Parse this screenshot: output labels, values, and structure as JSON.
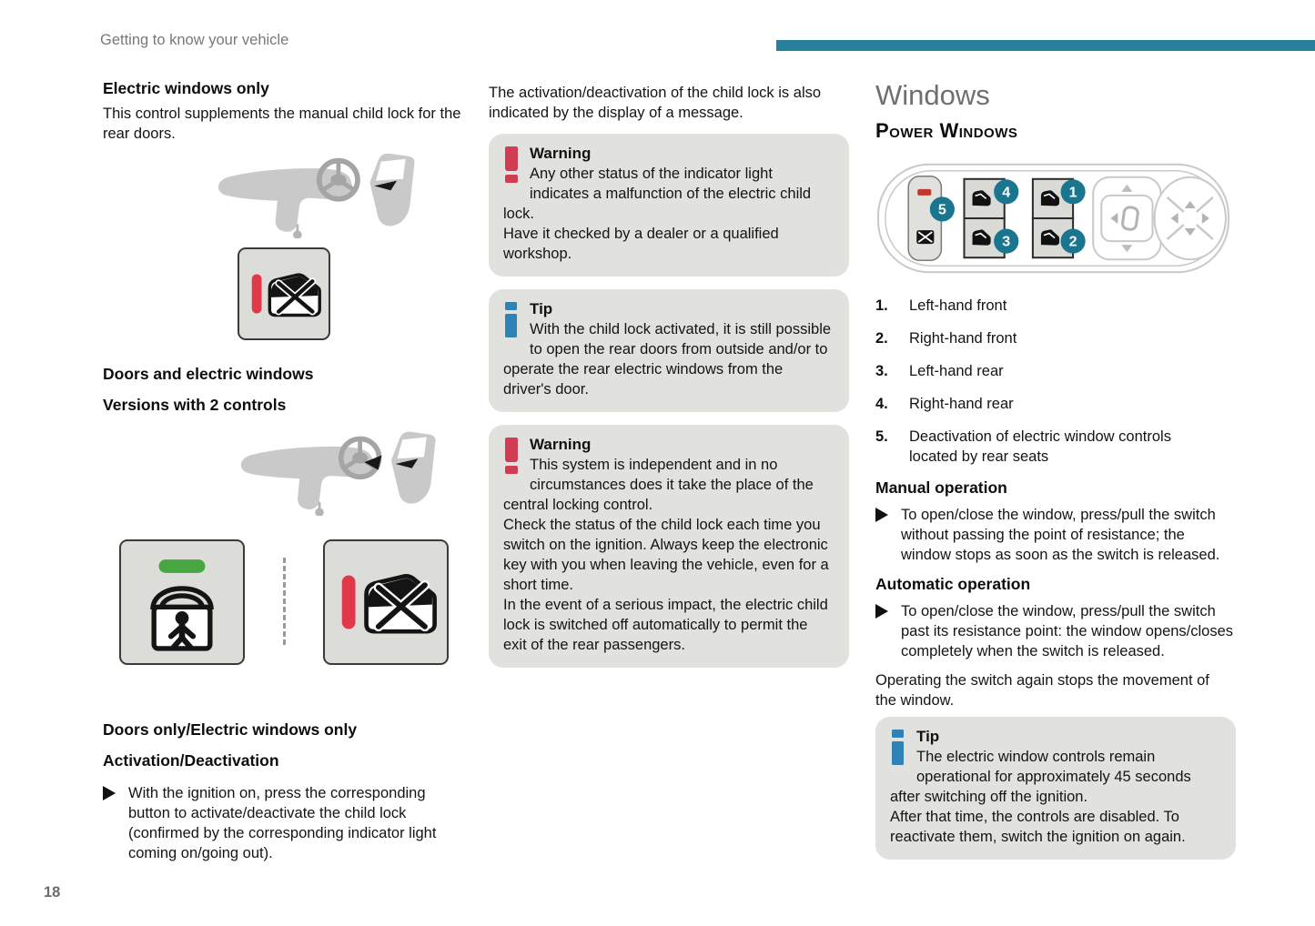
{
  "page": {
    "header_title": "Getting to know your vehicle",
    "page_number": "18"
  },
  "colors": {
    "accent_teal": "#26809b",
    "warning_red": "#d23c52",
    "tip_blue": "#2e82b5",
    "callout_gray": "#e1e1de",
    "indicator_green": "#47a63f",
    "indicator_red": "#e0394a",
    "callout_circle_teal": "#1a758e"
  },
  "left": {
    "h1": "Electric windows only",
    "p1": "This control supplements the manual child lock for the rear doors.",
    "h2": "Doors and electric windows",
    "h3": "Versions with 2 controls",
    "h4": "Doors only/Electric windows only",
    "h5": "Activation/Deactivation",
    "bullet1": "With the ignition on, press the corresponding button to activate/deactivate the child lock (confirmed by the corresponding indicator light coming on/going out)."
  },
  "middle": {
    "intro": "The activation/deactivation of the child lock is also indicated by the display of a message.",
    "warning1": {
      "title": "Warning",
      "p1": "Any other status of the indicator light indicates a malfunction of the electric child lock.",
      "p2": "Have it checked by a dealer or a qualified workshop."
    },
    "tip1": {
      "title": "Tip",
      "p1": "With the child lock activated, it is still possible to open the rear doors from outside and/or to operate the rear electric windows from the driver's door."
    },
    "warning2": {
      "title": "Warning",
      "p1": "This system is independent and in no circumstances does it take the place of the central locking control.",
      "p2": "Check the status of the child lock each time you switch on the ignition. Always keep the electronic key with you when leaving the vehicle, even for a short time.",
      "p3": "In the event of a serious impact, the electric child lock is switched off automatically to permit the exit of the rear passengers."
    }
  },
  "right": {
    "title": "Windows",
    "subtitle": "Power Windows",
    "panel_labels": [
      "1",
      "2",
      "3",
      "4",
      "5"
    ],
    "legend": [
      {
        "num": "1.",
        "label": "Left-hand front"
      },
      {
        "num": "2.",
        "label": "Right-hand front"
      },
      {
        "num": "3.",
        "label": "Left-hand rear"
      },
      {
        "num": "4.",
        "label": "Right-hand rear"
      },
      {
        "num": "5.",
        "label": "Deactivation of electric window controls located by rear seats"
      }
    ],
    "manual_heading": "Manual operation",
    "manual_bullet": "To open/close the window, press/pull the switch without passing the point of resistance; the window stops as soon as the switch is released.",
    "auto_heading": "Automatic operation",
    "auto_bullet": "To open/close the window, press/pull the switch past its resistance point: the window opens/closes completely when the switch is released.",
    "outro": "Operating the switch again stops the movement of the window.",
    "tip2": {
      "title": "Tip",
      "p1": "The electric window controls remain operational for approximately 45 seconds after switching off the ignition.",
      "p2": "After that time, the controls are disabled. To reactivate them, switch the ignition on again."
    }
  }
}
